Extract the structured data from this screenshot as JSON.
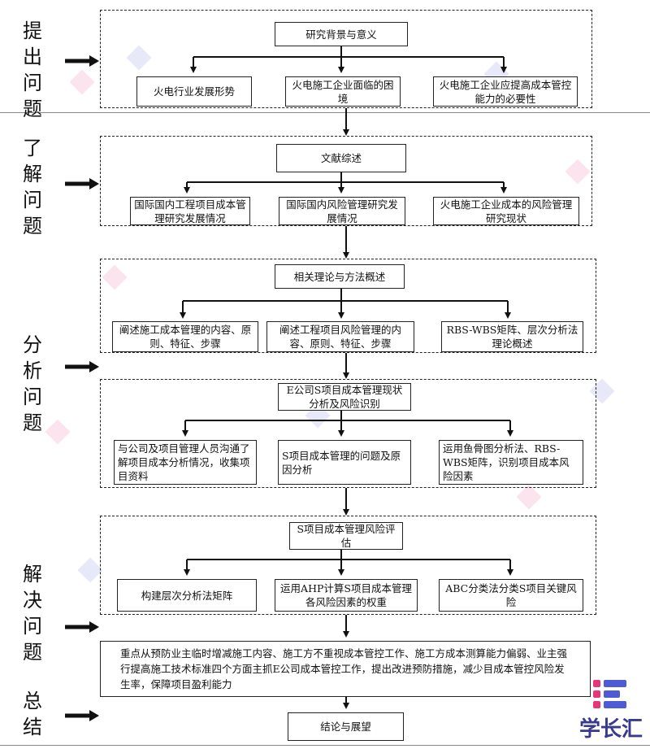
{
  "stages": {
    "s1": "提出问题",
    "s2": "了解问题",
    "s3": "分析问题",
    "s4": "解决问题",
    "s5": "总结"
  },
  "g1": {
    "top": "研究背景与意义",
    "b1": "火电行业发展形势",
    "b2": "火电施工企业面临的困境",
    "b3": "火电施工企业应提高成本管控能力的必要性"
  },
  "g2": {
    "top": "文献综述",
    "b1": "国际国内工程项目成本管理研究发展情况",
    "b2": "国际国内风险管理研究发展情况",
    "b3": "火电施工企业成本的风险管理研究现状"
  },
  "g3": {
    "top": "相关理论与方法概述",
    "b1": "阐述施工成本管理的内容、原则、特征、步骤",
    "b2": "阐述工程项目风险管理的内容、原则、特征、步骤",
    "b3": "RBS-WBS矩阵、层次分析法理论概述"
  },
  "g4": {
    "top": "E公司S项目成本管理现状分析及风险识别",
    "b1": "与公司及项目管理人员沟通了解项目成本分析情况，收集项目资料",
    "b2": "S项目成本管理的问题及原因分析",
    "b3": "运用鱼骨图分析法、RBS-WBS矩阵，识别项目成本风险因素"
  },
  "g5": {
    "top": "S项目成本管理风险评估",
    "b1": "构建层次分析法矩阵",
    "b2": "运用AHP计算S项目成本管理各风险因素的权重",
    "b3": "ABC分类法分类S项目关键风险"
  },
  "measures": "重点从预防业主临时增减施工内容、施工方不重视成本管控工作、施工方成本测算能力偏弱、业主强行提高施工技术标准四个方面主抓E公司成本管控工作，提出改进预防措施，减少目成本管控风险发生率，保障项目盈利能力",
  "conclusion": "结论与展望",
  "logo": {
    "text": "学长汇"
  },
  "colors": {
    "line": "#222222",
    "logo_pink": "#e8357a",
    "logo_blue": "#4f5bd5",
    "logo_text": "#3a3a8c"
  }
}
